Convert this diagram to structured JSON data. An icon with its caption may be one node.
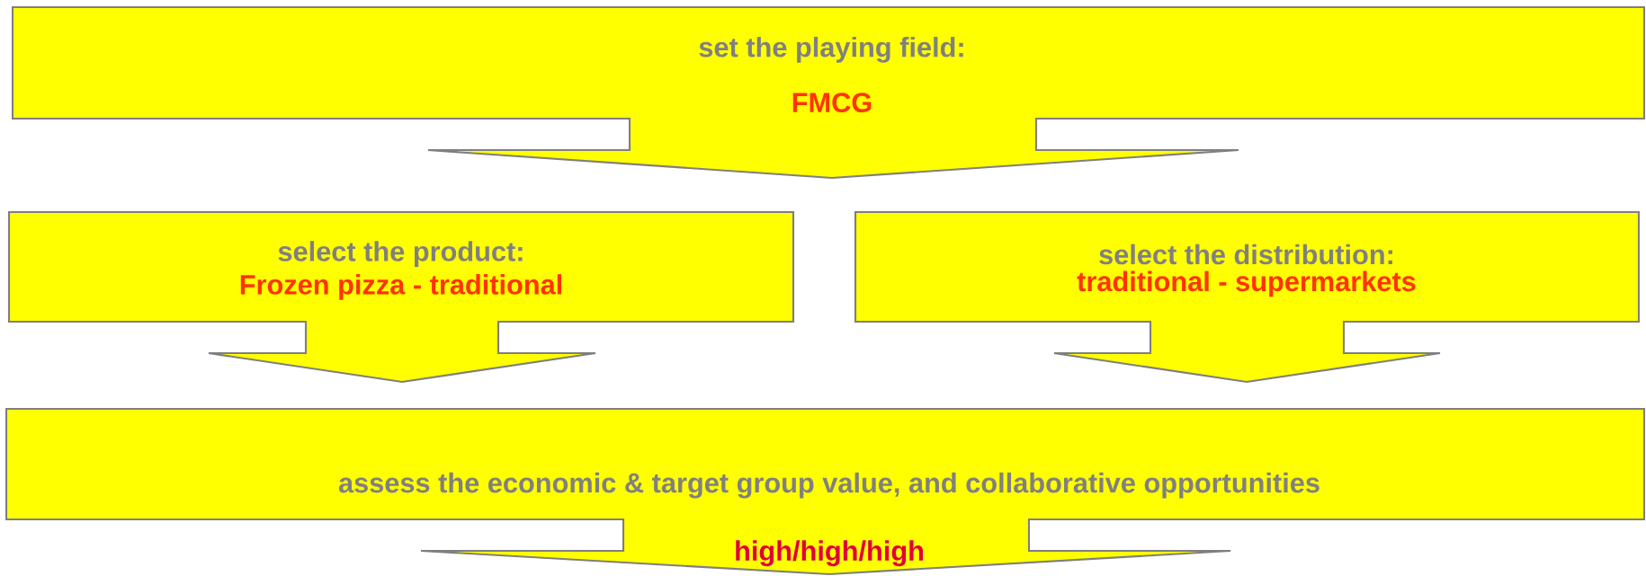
{
  "diagram": {
    "nodes": [
      {
        "text": [
          "set the playing field:",
          "FMCG"
        ]
      },
      {
        "text": [
          "select the product:",
          "Frozen pizza - traditional"
        ]
      },
      {
        "text": [
          "select the distribution:",
          "traditional - supermarkets"
        ]
      },
      {
        "text": [
          "assess the economic & target group value, and collaborative opportunities",
          "high/high/high"
        ]
      }
    ]
  }
}
